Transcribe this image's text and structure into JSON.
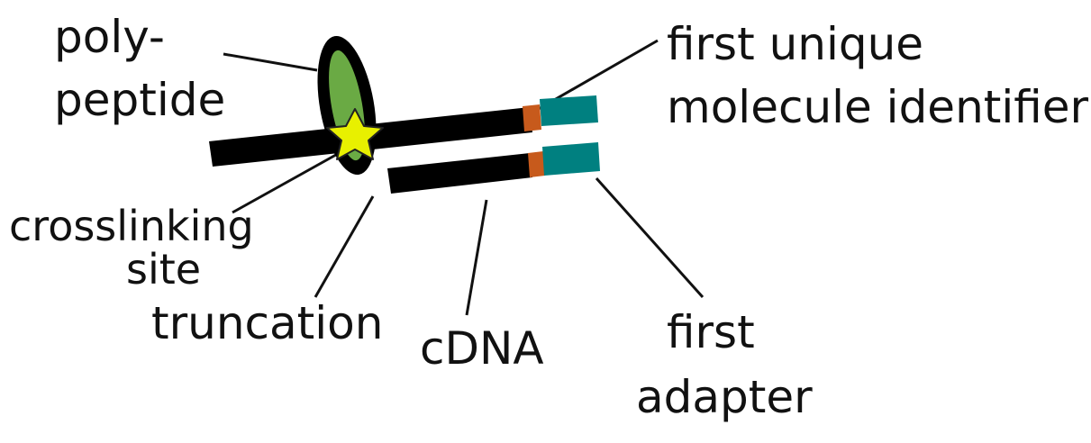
{
  "labels": {
    "polypeptide_line1": "poly-",
    "polypeptide_line2": "peptide",
    "crosslinking_line1": "crosslinking",
    "crosslinking_line2": "site",
    "truncation": "truncation",
    "cdna": "cDNA",
    "umi_line1": "first unique",
    "umi_line2": "molecule identifier",
    "adapter_line1": "first",
    "adapter_line2": "adapter"
  },
  "colors": {
    "strand": "#000000",
    "polypeptide_fill": "#6aaa44",
    "crosslink_star": "#e8f000",
    "umi_segment": "#c75a1c",
    "adapter_segment": "#008080",
    "leader_lines": "#111111"
  },
  "icons": {
    "crosslink": "star-icon"
  }
}
